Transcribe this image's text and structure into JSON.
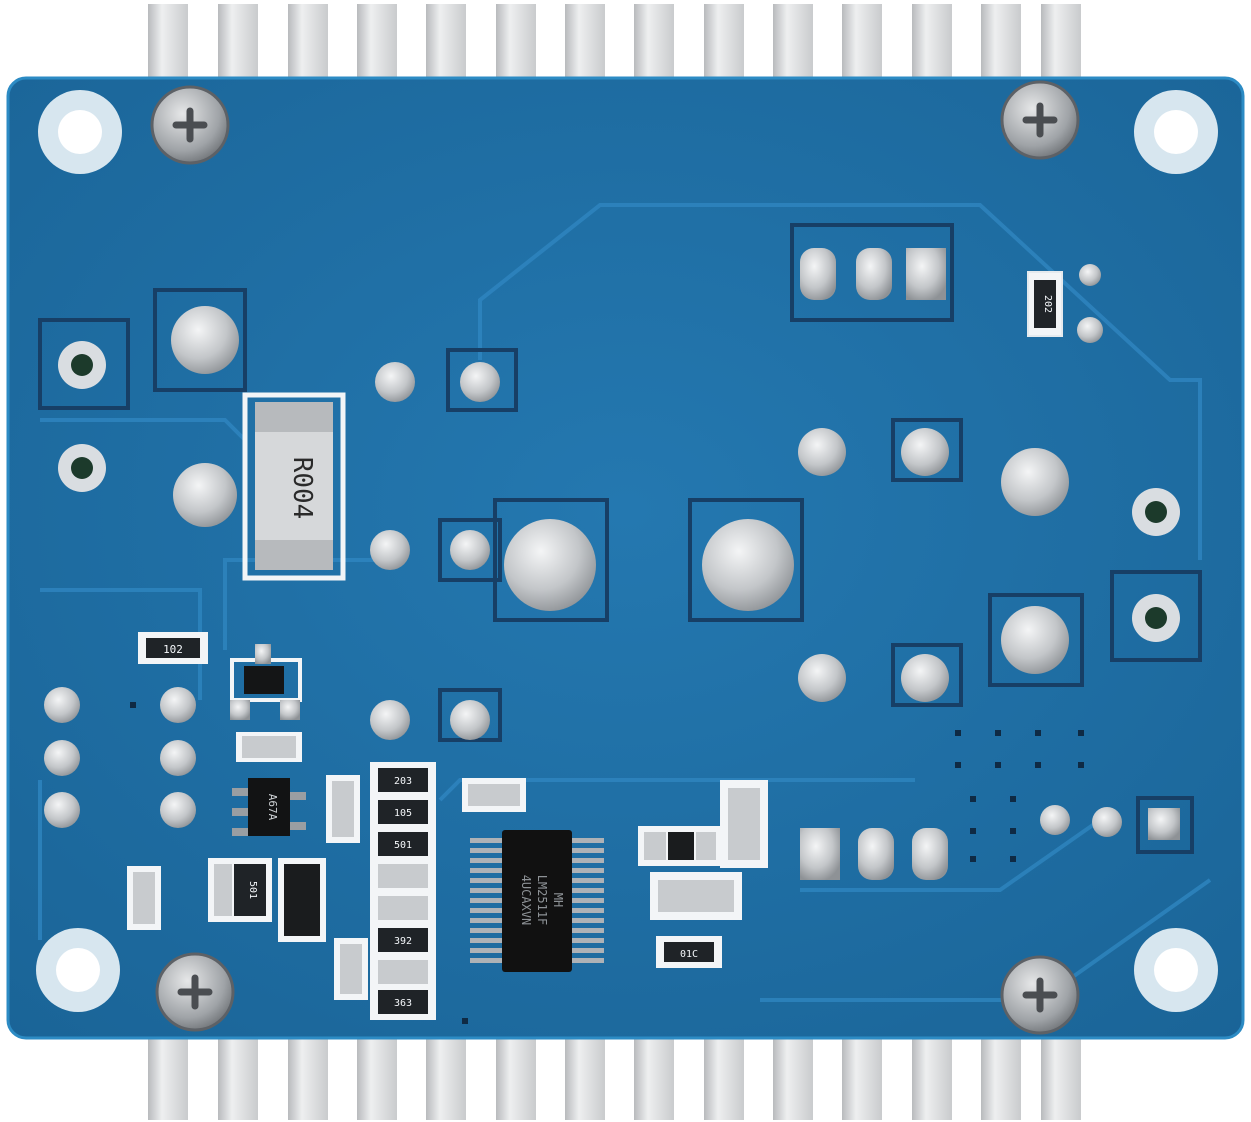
{
  "colors": {
    "board": "#1e6fa6",
    "board_edge": "#2a86bd",
    "silkscreen": "#eef3f7",
    "heatsink": "#d9dadc",
    "heatsink_shadow": "#a9abae",
    "solder": "#c7cbcf",
    "ic_body": "#111111",
    "background": "#ffffff"
  },
  "components": {
    "shunt_resistor_label": "R004",
    "controller_ic_line1": "4UCAXVN",
    "controller_ic_line2": "LM2511F",
    "controller_ic_line3": "MH",
    "smd_202": "202",
    "smd_102": "102",
    "smd_501_a": "501",
    "smd_203": "203",
    "smd_105": "105",
    "smd_501_b": "501",
    "smd_392": "392",
    "smd_363": "363",
    "smd_01c": "01C",
    "transistor_marking": "A67A"
  }
}
